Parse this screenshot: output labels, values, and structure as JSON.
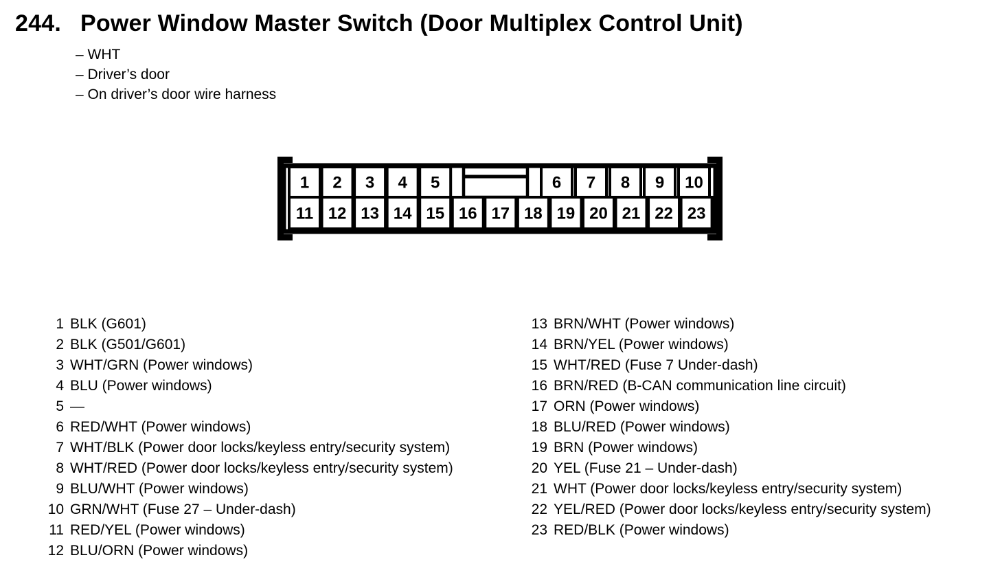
{
  "header": {
    "item_number": "244.",
    "title": "Power Window Master Switch (Door Multiplex Control Unit)"
  },
  "notes": [
    "– WHT",
    "– Driver’s door",
    "– On driver’s door wire harness"
  ],
  "connector": {
    "top_left_cells": [
      "1",
      "2",
      "3",
      "4",
      "5"
    ],
    "top_right_cells": [
      "6",
      "7",
      "8",
      "9",
      "10"
    ],
    "bottom_cells": [
      "11",
      "12",
      "13",
      "14",
      "15",
      "16",
      "17",
      "18",
      "19",
      "20",
      "21",
      "22",
      "23"
    ]
  },
  "pins_left": [
    {
      "num": "1",
      "desc": "BLK (G601)"
    },
    {
      "num": "2",
      "desc": "BLK (G501/G601)"
    },
    {
      "num": "3",
      "desc": "WHT/GRN (Power windows)"
    },
    {
      "num": "4",
      "desc": "BLU (Power windows)"
    },
    {
      "num": "5",
      "desc": "—"
    },
    {
      "num": "6",
      "desc": "RED/WHT (Power windows)"
    },
    {
      "num": "7",
      "desc": "WHT/BLK (Power door locks/keyless entry/security system)"
    },
    {
      "num": "8",
      "desc": "WHT/RED (Power door locks/keyless entry/security system)"
    },
    {
      "num": "9",
      "desc": "BLU/WHT (Power windows)"
    },
    {
      "num": "10",
      "desc": "GRN/WHT (Fuse 27 – Under-dash)"
    },
    {
      "num": "11",
      "desc": "RED/YEL (Power windows)"
    },
    {
      "num": "12",
      "desc": "BLU/ORN (Power windows)"
    }
  ],
  "pins_right": [
    {
      "num": "13",
      "desc": "BRN/WHT (Power windows)"
    },
    {
      "num": "14",
      "desc": "BRN/YEL (Power windows)"
    },
    {
      "num": "15",
      "desc": "WHT/RED (Fuse 7 Under-dash)"
    },
    {
      "num": "16",
      "desc": "BRN/RED (B-CAN communication line circuit)"
    },
    {
      "num": "17",
      "desc": "ORN (Power windows)"
    },
    {
      "num": "18",
      "desc": "BLU/RED (Power windows)"
    },
    {
      "num": "19",
      "desc": "BRN (Power windows)"
    },
    {
      "num": "20",
      "desc": "YEL (Fuse 21 – Under-dash)"
    },
    {
      "num": "21",
      "desc": "WHT (Power door locks/keyless entry/security system)"
    },
    {
      "num": "22",
      "desc": "YEL/RED (Power door locks/keyless entry/security system)"
    },
    {
      "num": "23",
      "desc": "RED/BLK (Power windows)"
    }
  ],
  "colors": {
    "ink": "#000000",
    "paper": "#ffffff"
  }
}
